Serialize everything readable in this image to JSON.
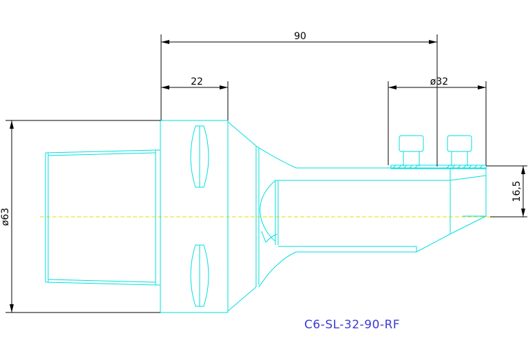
{
  "drawing": {
    "part_code": "C6-SL-32-90-RF",
    "colors": {
      "outline": "#00dede",
      "dimension": "#000000",
      "centerline": "#e6e000",
      "label": "#3b3bd6"
    },
    "dimensions": {
      "overall_length": "90",
      "flange_width": "22",
      "clamp_diameter": "ø32",
      "offset": "16,5",
      "shank_diameter": "ø63"
    }
  }
}
